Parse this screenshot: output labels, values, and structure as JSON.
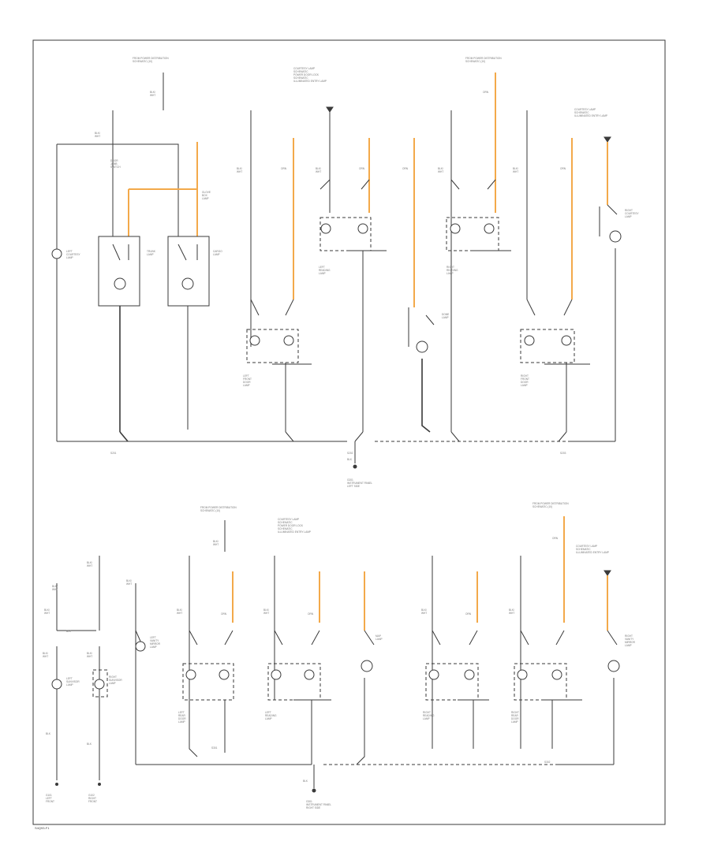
{
  "figure_id": "S4Q93-F1",
  "colors": {
    "wire": "#3a3a3a",
    "power_wire": "#f3a94a",
    "background": "#ffffff"
  },
  "labels": {
    "fuse_top_left": "FROM POWER DISTRIBUTION\nSCHEMATIC (10)",
    "fuse_top_right": "FROM POWER DISTRIBUTION\nSCHEMATIC (10)",
    "interior_top_center": "COURTESY LAMP\nSCHEMATIC\nPOWER DOOR LOCK\nSCHEMATIC\nILLUMINATED ENTRY LAMP",
    "interior_top_right": "COURTESY LAMP\nSCHEMATIC\nILLUMINATED ENTRY LAMP",
    "ground_top": "G201\nINSTRUMENT PANEL\nLEFT SIDE",
    "fuse_bottom_center": "FROM POWER DISTRIBUTION\nSCHEMATIC (10)",
    "fuse_bottom_right": "FROM POWER DISTRIBUTION\nSCHEMATIC (10)",
    "interior_bottom_center": "COURTESY LAMP\nSCHEMATIC\nPOWER DOOR LOCK\nSCHEMATIC\nILLUMINATED ENTRY LAMP",
    "interior_bottom_right": "COURTESY LAMP\nSCHEMATIC\nILLUMINATED ENTRY LAMP",
    "ground_bottom": "G301\nINSTRUMENT PANEL\nRIGHT SIDE",
    "ground_left_1": "G101\nLEFT\nFRONT",
    "ground_left_2": "G102\nRIGHT\nFRONT",
    "c_left_courtesy": "LEFT\nCOURTESY\nLAMP",
    "c_right_courtesy": "RIGHT\nCOURTESY\nLAMP",
    "c_left_door": "LEFT\nFRONT\nDOOR\nLAMP",
    "c_right_door": "RIGHT\nFRONT\nDOOR\nLAMP",
    "c_dome": "DOME\nLAMP",
    "c_reading_left": "LEFT\nREADING\nLAMP",
    "c_reading_right": "RIGHT\nREADING\nLAMP",
    "c_cargo": "CARGO\nLAMP",
    "c_glove": "GLOVE\nBOX\nLAMP",
    "c_trunk": "TRUNK\nLAMP",
    "c_vanity_left": "LEFT\nVANITY\nMIRROR\nLAMP",
    "c_vanity_right": "RIGHT\nVANITY\nMIRROR\nLAMP",
    "c_visor_left": "LEFT\nSUNVISOR\nLAMP",
    "c_visor_right": "RIGHT\nSUNVISOR\nLAMP",
    "c_rear_left": "LEFT\nREAR\nDOOR\nLAMP",
    "c_rear_right": "RIGHT\nREAR\nDOOR\nLAMP",
    "c_map": "MAP\nLAMP",
    "c_switch": "DOOR\nJAMB\nSWITCH",
    "wire_gray": "BLK/\nWHT",
    "wire_orange": "ORN",
    "wire_black": "BLK",
    "splice_1": "S201",
    "splice_2": "S202",
    "splice_3": "S203",
    "splice_4": "S301",
    "splice_5": "S302"
  }
}
